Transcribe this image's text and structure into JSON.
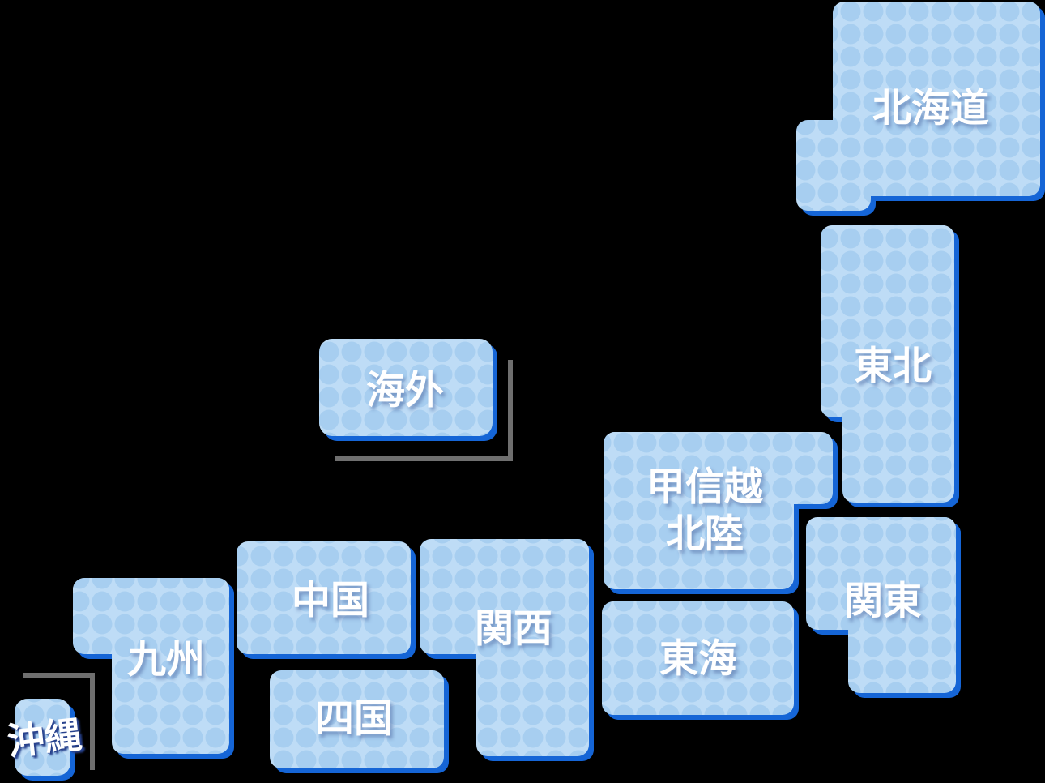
{
  "title": "Japan region selector map",
  "palette": {
    "background": "#000000",
    "block_fill": "#BEDCF6",
    "block_dot": "#A7CEF0",
    "block_shadow": "#1565D6",
    "label_color": "#FFFFFF",
    "label_shadow": "rgba(100,130,180,0.75)",
    "okinawa_label_shadow": "#27418C",
    "bracket_color": "#6F6F6F"
  },
  "regions": {
    "hokkaido": {
      "label": "北海道"
    },
    "tohoku": {
      "label": "東北"
    },
    "overseas": {
      "label": "海外"
    },
    "koshinetsu_hokuriku": {
      "label": "甲信越北陸",
      "line1": "甲信越",
      "line2": "北陸"
    },
    "kanto": {
      "label": "関東"
    },
    "tokai": {
      "label": "東海"
    },
    "kansai": {
      "label": "関西"
    },
    "chugoku": {
      "label": "中国"
    },
    "shikoku": {
      "label": "四国"
    },
    "kyushu": {
      "label": "九州"
    },
    "okinawa": {
      "label": "沖縄"
    }
  }
}
